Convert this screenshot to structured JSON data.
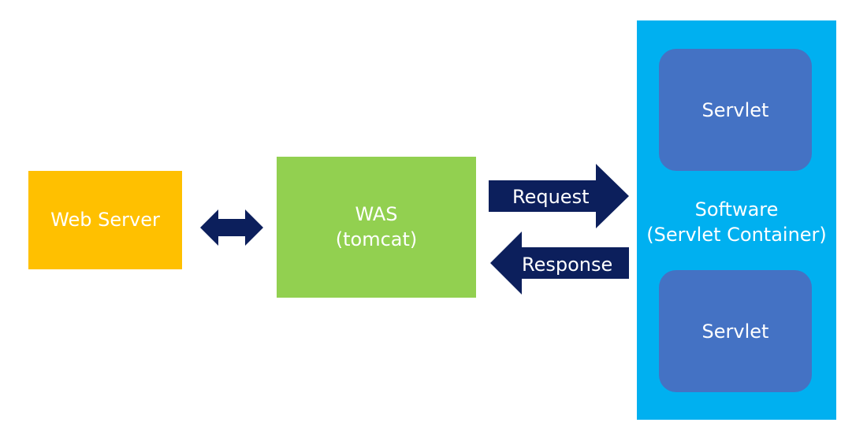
{
  "nodes": {
    "web_server": "Web Server",
    "was": {
      "title": "WAS",
      "subtitle": "(tomcat)"
    },
    "container": {
      "title": "Software",
      "subtitle": "(Servlet Container)"
    },
    "servlets": [
      "Servlet",
      "Servlet"
    ]
  },
  "arrows": {
    "request": "Request",
    "response": "Response"
  },
  "colors": {
    "web_server": "#ffc000",
    "was": "#92d050",
    "container": "#00b0f0",
    "servlet": "#4472c4",
    "arrow": "#0c1f5c"
  }
}
